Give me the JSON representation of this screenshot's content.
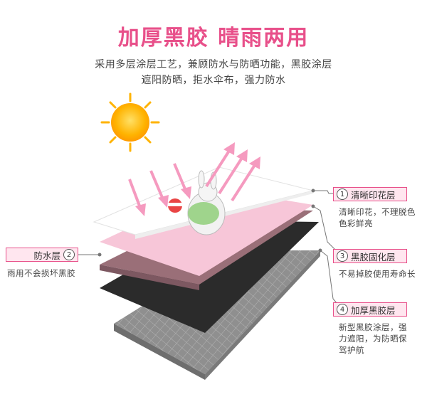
{
  "header": {
    "title": "加厚黑胶 晴雨两用",
    "subtitle_line1": "采用多层涂层工艺，兼顾防水与防晒功能，黑胶涂层",
    "subtitle_line2": "遮阳防晒，拒水伞布，强力防水"
  },
  "layers": [
    {
      "number": "1",
      "label": "清晰印花层",
      "desc_lines": [
        "清晰印花，不理脱色",
        "色彩鲜亮"
      ]
    },
    {
      "number": "2",
      "label": "防水层",
      "desc_lines": [
        "雨用不会损坏黑胶"
      ]
    },
    {
      "number": "3",
      "label": "黑胶固化层",
      "desc_lines": [
        "不易掉胶使用寿命长"
      ]
    },
    {
      "number": "4",
      "label": "加厚黑胶层",
      "desc_lines": [
        "新型黑胶涂层，强",
        "力遮阳，为防晒保",
        "驾护航"
      ]
    }
  ],
  "colors": {
    "accent": "#e8508a",
    "pink_layer": "#f7c6d8",
    "dark_layer": "#2b2b2b",
    "grey_layer": "#8f8f8f",
    "mauve_layer": "#9a6f78"
  },
  "icons": [
    "sun-icon",
    "rabbit-illustration"
  ]
}
